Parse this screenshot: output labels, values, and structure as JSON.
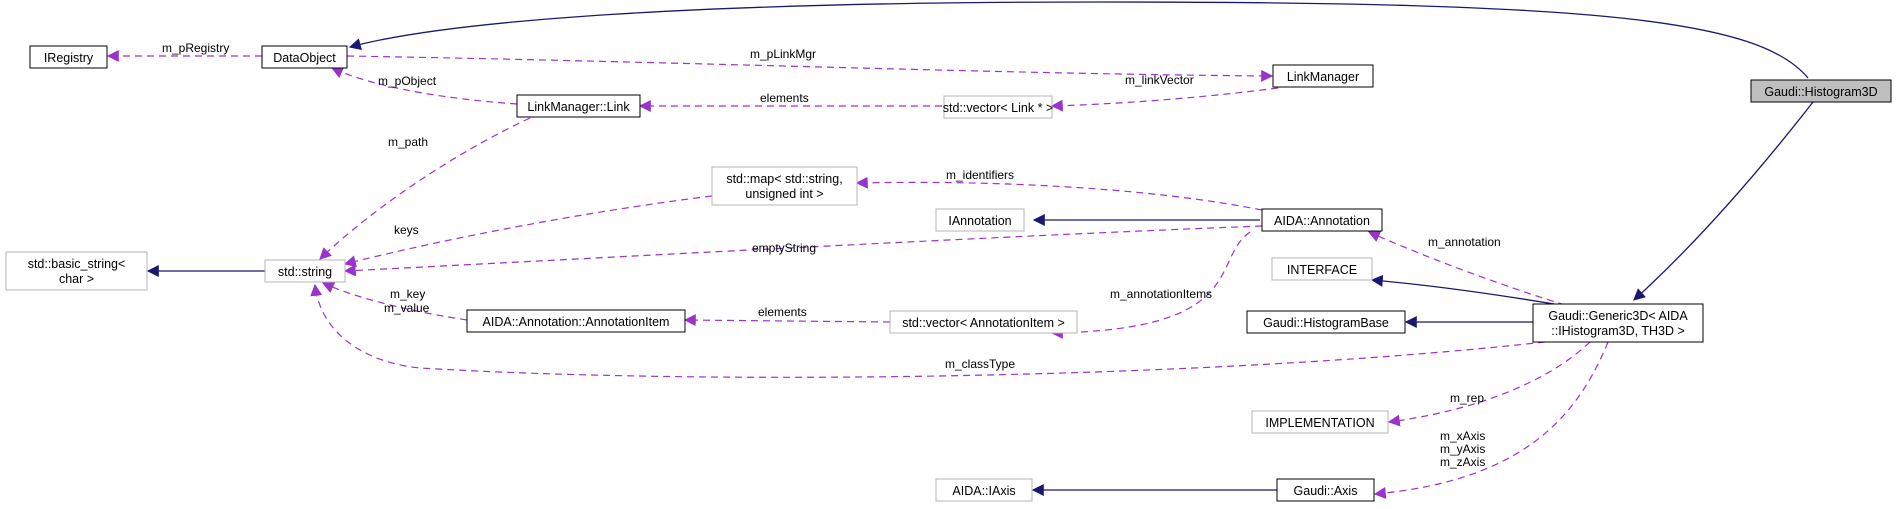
{
  "nodes": {
    "histogram3d": "Gaudi::Histogram3D",
    "dataobject": "DataObject",
    "iregistry": "IRegistry",
    "linkmanager": "LinkManager",
    "linkmanager_link": "LinkManager::Link",
    "vector_link": "std::vector< Link * >",
    "map_string_uint": [
      "std::map< std::string,",
      "unsigned int >"
    ],
    "iannotation": "IAnnotation",
    "aida_annotation": "AIDA::Annotation",
    "basic_string": [
      "std::basic_string<",
      "char >"
    ],
    "std_string": "std::string",
    "interface": "INTERFACE",
    "generic3d": [
      "Gaudi::Generic3D< AIDA",
      "::IHistogram3D, TH3D >"
    ],
    "histogram_base": "Gaudi::HistogramBase",
    "annotation_item": "AIDA::Annotation::AnnotationItem",
    "vector_annotation_item": "std::vector< AnnotationItem >",
    "implementation": "IMPLEMENTATION",
    "aida_iaxis": "AIDA::IAxis",
    "gaudi_axis": "Gaudi::Axis"
  },
  "edges": {
    "m_pRegistry": "m_pRegistry",
    "m_pLinkMgr": "m_pLinkMgr",
    "m_pObject": "m_pObject",
    "m_linkVector": "m_linkVector",
    "elements_link": "elements",
    "m_path": "m_path",
    "m_identifiers": "m_identifiers",
    "keys": "keys",
    "emptyString": "emptyString",
    "m_annotation": "m_annotation",
    "m_annotationItems": "m_annotationItems",
    "m_key_value": [
      "m_key",
      "m_value"
    ],
    "elements_item": "elements",
    "m_classType": "m_classType",
    "m_rep": "m_rep",
    "m_axes": [
      "m_xAxis",
      "m_yAxis",
      "m_zAxis"
    ]
  },
  "colors": {
    "inheritance": "#191970",
    "usage": "#9a32cd",
    "external_border": "#b4b4b4",
    "focus_fill": "#bfbfbf"
  }
}
